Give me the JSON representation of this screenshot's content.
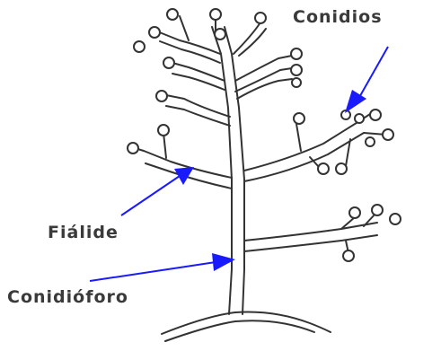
{
  "labels": {
    "conidios": "Conidios",
    "fialide": "Fiálide",
    "conidioforo": "Conidióforo"
  },
  "colors": {
    "arrow": "#1a1aff",
    "outline": "#333333",
    "fill": "#ffffff"
  }
}
